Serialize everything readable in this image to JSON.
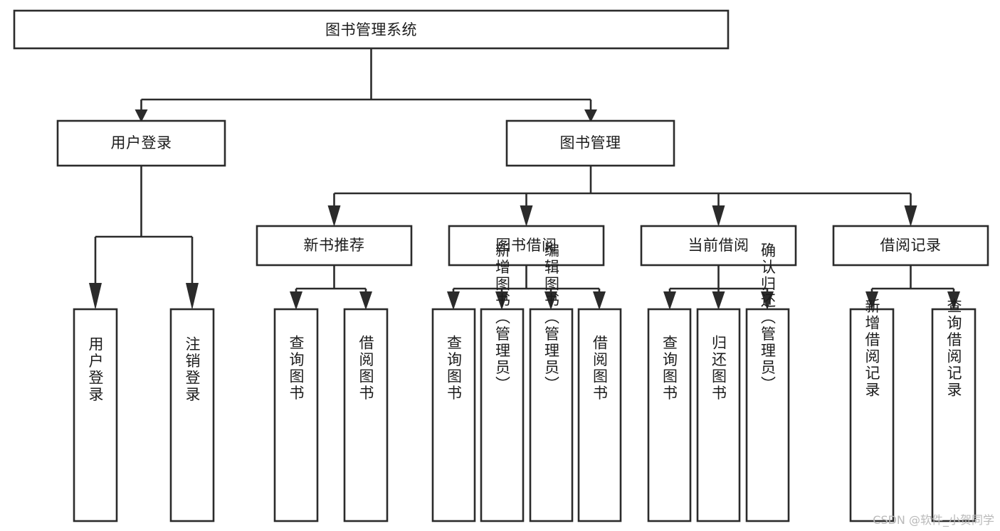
{
  "diagram": {
    "type": "hierarchy-tree",
    "title": "图书管理系统",
    "watermark": "CSDN @软件_小贺同学",
    "colors": {
      "box_stroke": "#2b2b2b",
      "box_fill": "#ffffff",
      "text": "#1c1c1c",
      "background": "#ffffff",
      "watermark": "#b9b9b9"
    },
    "levels": {
      "root": "图书管理系统",
      "level2": [
        "用户登录",
        "图书管理"
      ],
      "level3": [
        "新书推荐",
        "图书借阅",
        "当前借阅",
        "借阅记录"
      ],
      "leaves": [
        "用户登录",
        "注销登录",
        "查询图书",
        "借阅图书",
        "查询图书",
        "新增图书（管理员）",
        "编辑图书（管理员）",
        "借阅图书",
        "查询图书",
        "归还图书",
        "确认归还（管理员）",
        "新增借阅记录",
        "查询借阅记录"
      ]
    },
    "nodes": {
      "root": {
        "label": "图书管理系统"
      },
      "user_login": {
        "label": "用户登录"
      },
      "book_manage": {
        "label": "图书管理"
      },
      "new_book_rec": {
        "label": "新书推荐"
      },
      "book_borrow": {
        "label": "图书借阅"
      },
      "current_borrow": {
        "label": "当前借阅"
      },
      "borrow_record": {
        "label": "借阅记录"
      },
      "leaf_user_login": {
        "label": "用户登录"
      },
      "leaf_logout": {
        "label": "注销登录"
      },
      "leaf_query_book_1": {
        "label": "查询图书"
      },
      "leaf_borrow_book_1": {
        "label": "借阅图书"
      },
      "leaf_query_book_2": {
        "label": "查询图书"
      },
      "leaf_add_book": {
        "label": "新增图书（管理员）"
      },
      "leaf_edit_book": {
        "label": "编辑图书（管理员）"
      },
      "leaf_borrow_book_2": {
        "label": "借阅图书"
      },
      "leaf_query_book_3": {
        "label": "查询图书"
      },
      "leaf_return_book": {
        "label": "归还图书"
      },
      "leaf_confirm_return": {
        "label": "确认归还（管理员）"
      },
      "leaf_add_record": {
        "label": "新增借阅记录"
      },
      "leaf_query_record": {
        "label": "查询借阅记录"
      }
    }
  }
}
